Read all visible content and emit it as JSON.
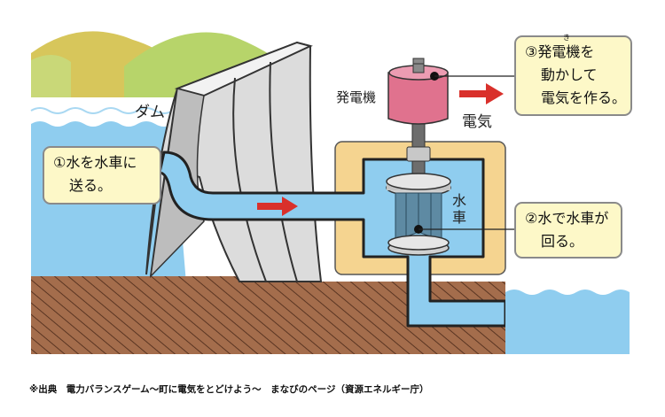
{
  "labels": {
    "dam": "ダム",
    "generator": "発電機",
    "electricity": "電気",
    "turbine_line1": "水",
    "turbine_line2": "車"
  },
  "callouts": [
    {
      "step": "①",
      "lines": [
        "①水を水車に",
        "送る。"
      ]
    },
    {
      "step": "②",
      "lines": [
        "②水で水車が",
        "回る。"
      ]
    },
    {
      "step": "③",
      "lines": [
        "③発電機を",
        "動かして",
        "電気を作る。"
      ],
      "ruby": "き"
    }
  ],
  "caption": "※出典　電力バランスゲーム〜町に電気をとどけよう〜　まなびのページ（資源エネルギー庁）",
  "colors": {
    "water": "#8fcdef",
    "ground": "#a0694a",
    "dam": "#d8d8d8",
    "powerhouse": "#f5d490",
    "generator": "#e0728e",
    "arrow": "#d9302b",
    "callout_bg": "#fdf8c8"
  }
}
